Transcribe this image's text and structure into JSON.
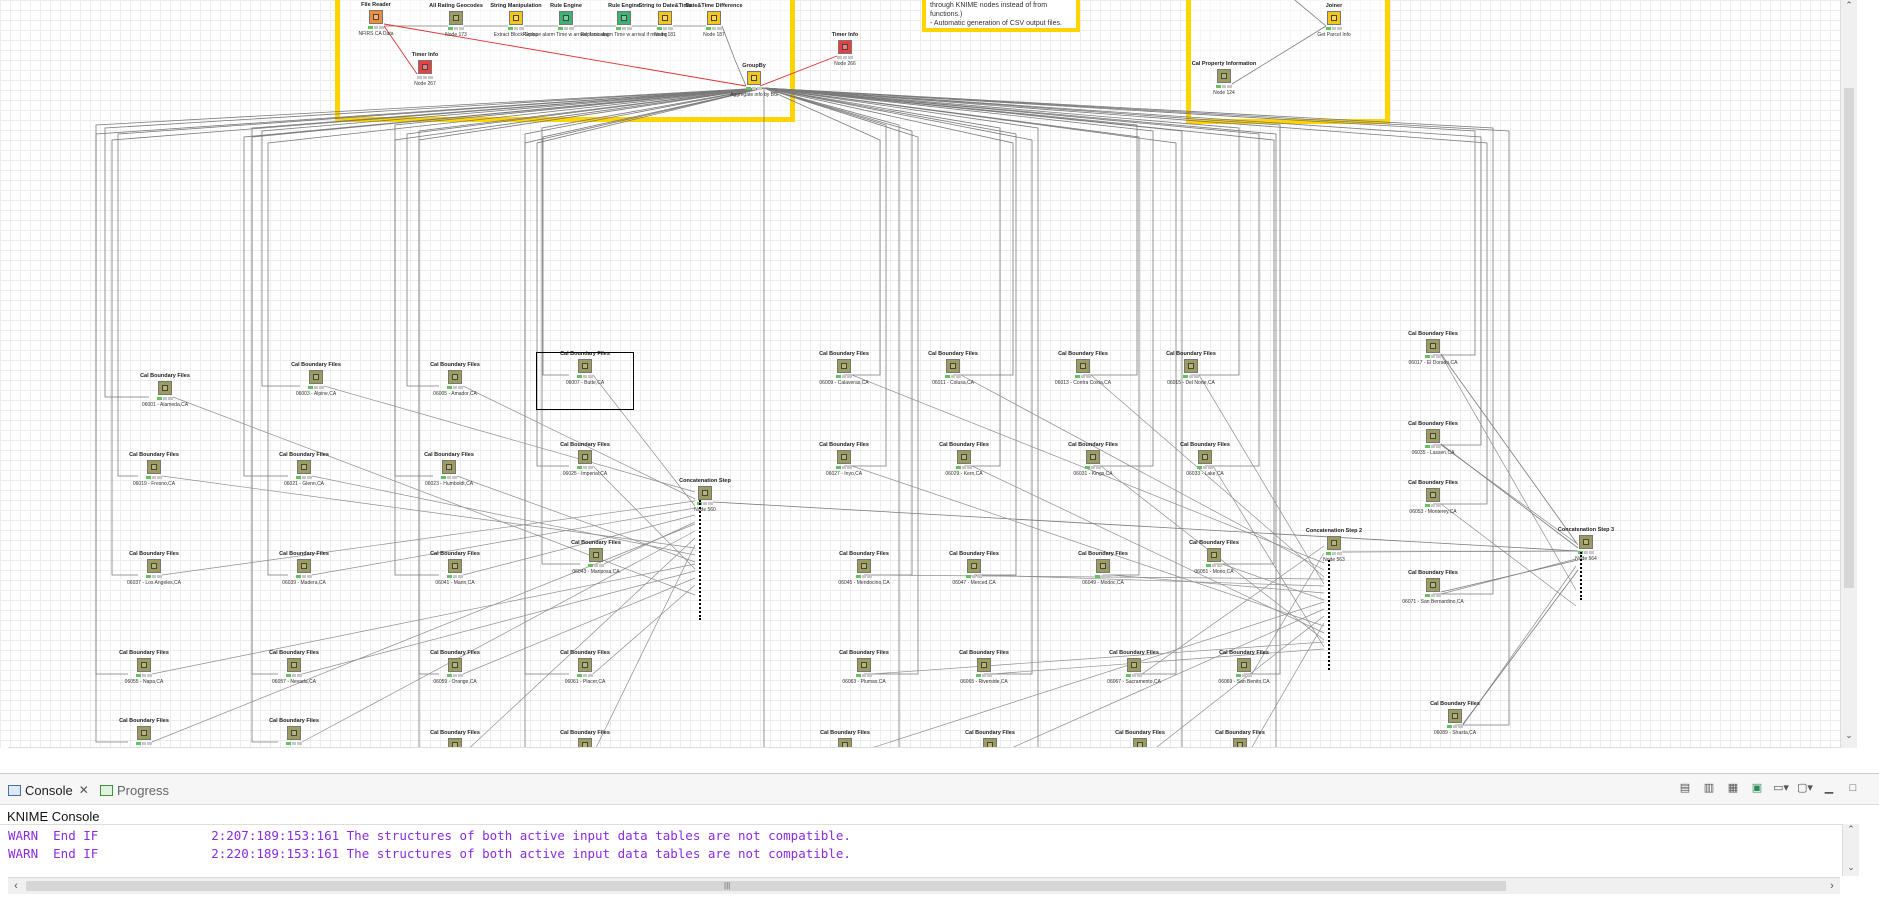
{
  "workflow": {
    "annotation_lines": [
      "through KNIME nodes instead of from",
      "functions.)",
      "- Automatic generation of CSV output files."
    ],
    "nodes": [
      {
        "title": "File Reader",
        "label": "NFIRS CA Data",
        "color": "#f08c3c",
        "status": "green"
      },
      {
        "title": "All Rating Geocodes",
        "label": "Node 173",
        "color": "#9c9c5e",
        "status": "green"
      },
      {
        "title": "String Manipulation",
        "label": "Extract Block Group",
        "color": "#f5c518",
        "status": "green"
      },
      {
        "title": "Rule Engine",
        "label": "Replace alarm Time w arrival if missing",
        "color": "#3cb371",
        "status": "green"
      },
      {
        "title": "Rule Engine",
        "label": "Replace alarm Time w arrival if missing",
        "color": "#3cb371",
        "status": "green"
      },
      {
        "title": "String to Date&Time",
        "label": "Node 181",
        "color": "#f5c518",
        "status": "green"
      },
      {
        "title": "Date&Time Difference",
        "label": "Node 187",
        "color": "#f5c518",
        "status": "green"
      },
      {
        "title": "Timer Info",
        "label": "Node 267",
        "color": "#e84040",
        "status": "grey"
      },
      {
        "title": "Timer Info",
        "label": "Node 266",
        "color": "#e84040",
        "status": "grey"
      },
      {
        "title": "GroupBy",
        "label": "Aggregate info by BG",
        "color": "#f5c518",
        "status": "green"
      },
      {
        "title": "Joiner",
        "label": "Get Parcel Info",
        "color": "#f5c518",
        "status": "green"
      },
      {
        "title": "Cal Property Information",
        "label": "Node 124",
        "color": "#9c9c5e",
        "status": "green"
      },
      {
        "title": "Concatenation Step",
        "label": "Node 560",
        "color": "#9c9c5e",
        "status": "green"
      },
      {
        "title": "Concatenation Step 2",
        "label": "Node 563",
        "color": "#9c9c5e",
        "status": "green"
      },
      {
        "title": "Concatenation Step 3",
        "label": "Node 564",
        "color": "#9c9c5e",
        "status": "green"
      },
      {
        "title": "Cal Boundary Files",
        "label": "06001 - Alameda,CA",
        "color": "#9c9c5e",
        "status": "green"
      },
      {
        "title": "Cal Boundary Files",
        "label": "06003 - Alpine,CA",
        "color": "#9c9c5e",
        "status": "green"
      },
      {
        "title": "Cal Boundary Files",
        "label": "06005 - Amador,CA",
        "color": "#9c9c5e",
        "status": "green"
      },
      {
        "title": "Cal Boundary Files",
        "label": "06007 - Butte,CA",
        "color": "#9c9c5e",
        "status": "green"
      },
      {
        "title": "Cal Boundary Files",
        "label": "06009 - Calaveras,CA",
        "color": "#9c9c5e",
        "status": "green"
      },
      {
        "title": "Cal Boundary Files",
        "label": "06011 - Colusa,CA",
        "color": "#9c9c5e",
        "status": "green"
      },
      {
        "title": "Cal Boundary Files",
        "label": "06013 - Contra Costa,CA",
        "color": "#9c9c5e",
        "status": "green"
      },
      {
        "title": "Cal Boundary Files",
        "label": "06015 - Del Norte,CA",
        "color": "#9c9c5e",
        "status": "green"
      },
      {
        "title": "Cal Boundary Files",
        "label": "06017 - El Dorado,CA",
        "color": "#9c9c5e",
        "status": "green"
      },
      {
        "title": "Cal Boundary Files",
        "label": "06019 - Fresno,CA",
        "color": "#9c9c5e",
        "status": "green"
      },
      {
        "title": "Cal Boundary Files",
        "label": "06021 - Glenn,CA",
        "color": "#9c9c5e",
        "status": "green"
      },
      {
        "title": "Cal Boundary Files",
        "label": "06023 - Humboldt,CA",
        "color": "#9c9c5e",
        "status": "green"
      },
      {
        "title": "Cal Boundary Files",
        "label": "06025 - Imperial,CA",
        "color": "#9c9c5e",
        "status": "green"
      },
      {
        "title": "Cal Boundary Files",
        "label": "06027 - Inyo,CA",
        "color": "#9c9c5e",
        "status": "green"
      },
      {
        "title": "Cal Boundary Files",
        "label": "06029 - Kern,CA",
        "color": "#9c9c5e",
        "status": "green"
      },
      {
        "title": "Cal Boundary Files",
        "label": "06031 - Kings,CA",
        "color": "#9c9c5e",
        "status": "green"
      },
      {
        "title": "Cal Boundary Files",
        "label": "06033 - Lake,CA",
        "color": "#9c9c5e",
        "status": "green"
      },
      {
        "title": "Cal Boundary Files",
        "label": "06035 - Lassen,CA",
        "color": "#9c9c5e",
        "status": "green"
      },
      {
        "title": "Cal Boundary Files",
        "label": "06037 - Los Angeles,CA",
        "color": "#9c9c5e",
        "status": "green"
      },
      {
        "title": "Cal Boundary Files",
        "label": "06039 - Madera,CA",
        "color": "#9c9c5e",
        "status": "green"
      },
      {
        "title": "Cal Boundary Files",
        "label": "06041 - Marin,CA",
        "color": "#9c9c5e",
        "status": "green"
      },
      {
        "title": "Cal Boundary Files",
        "label": "06043 - Mariposa,CA",
        "color": "#9c9c5e",
        "status": "green"
      },
      {
        "title": "Cal Boundary Files",
        "label": "06045 - Mendocino,CA",
        "color": "#9c9c5e",
        "status": "green"
      },
      {
        "title": "Cal Boundary Files",
        "label": "06047 - Merced,CA",
        "color": "#9c9c5e",
        "status": "green"
      },
      {
        "title": "Cal Boundary Files",
        "label": "06049 - Modoc,CA",
        "color": "#9c9c5e",
        "status": "green"
      },
      {
        "title": "Cal Boundary Files",
        "label": "06051 - Mono,CA",
        "color": "#9c9c5e",
        "status": "green"
      },
      {
        "title": "Cal Boundary Files",
        "label": "06053 - Monterey,CA",
        "color": "#9c9c5e",
        "status": "green"
      },
      {
        "title": "Cal Boundary Files",
        "label": "06055 - Napa,CA",
        "color": "#9c9c5e",
        "status": "green"
      },
      {
        "title": "Cal Boundary Files",
        "label": "06057 - Nevada,CA",
        "color": "#9c9c5e",
        "status": "green"
      },
      {
        "title": "Cal Boundary Files",
        "label": "06059 - Orange,CA",
        "color": "#9c9c5e",
        "status": "green"
      },
      {
        "title": "Cal Boundary Files",
        "label": "06061 - Placer,CA",
        "color": "#9c9c5e",
        "status": "green"
      },
      {
        "title": "Cal Boundary Files",
        "label": "06063 - Plumas,CA",
        "color": "#9c9c5e",
        "status": "green"
      },
      {
        "title": "Cal Boundary Files",
        "label": "06065 - Riverside,CA",
        "color": "#9c9c5e",
        "status": "green"
      },
      {
        "title": "Cal Boundary Files",
        "label": "06067 - Sacramento,CA",
        "color": "#9c9c5e",
        "status": "green"
      },
      {
        "title": "Cal Boundary Files",
        "label": "06069 - San Benito,CA",
        "color": "#9c9c5e",
        "status": "green"
      },
      {
        "title": "Cal Boundary Files",
        "label": "06071 - San Bernardino,CA",
        "color": "#9c9c5e",
        "status": "green"
      },
      {
        "title": "Cal Boundary Files",
        "label": "06089 - Shasta,CA",
        "color": "#9c9c5e",
        "status": "green"
      },
      {
        "title": "Cal Boundary Files",
        "label": "",
        "color": "#9c9c5e",
        "status": "green"
      },
      {
        "title": "Cal Boundary Files",
        "label": "",
        "color": "#9c9c5e",
        "status": "green"
      },
      {
        "title": "Cal Boundary Files",
        "label": "",
        "color": "#9c9c5e",
        "status": "green"
      },
      {
        "title": "Cal Boundary Files",
        "label": "",
        "color": "#9c9c5e",
        "status": "green"
      },
      {
        "title": "Cal Boundary Files",
        "label": "",
        "color": "#9c9c5e",
        "status": "green"
      },
      {
        "title": "Cal Boundary Files",
        "label": "",
        "color": "#9c9c5e",
        "status": "green"
      },
      {
        "title": "Cal Boundary Files",
        "label": "",
        "color": "#9c9c5e",
        "status": "green"
      },
      {
        "title": "Cal Boundary Files",
        "label": "",
        "color": "#9c9c5e",
        "status": "green"
      }
    ]
  },
  "console": {
    "tab_console": "Console",
    "tab_progress": "Progress",
    "title": "KNIME Console",
    "lines": [
      "WARN  End IF               2:207:189:153:161 The structures of both active input data tables are not compatible.",
      "WARN  End IF               2:220:189:153:161 The structures of both active input data tables are not compatible."
    ]
  },
  "icons": {
    "console_tab": "console-icon",
    "progress_tab": "progress-icon",
    "tools": [
      "clear-console-icon",
      "scroll-lock-icon",
      "word-wrap-icon",
      "pin-console-icon",
      "display-console-icon",
      "open-console-icon",
      "minimize-icon",
      "maximize-icon"
    ]
  },
  "colors": {
    "metanode_border": "#ffd400",
    "console_text": "#8a2be2",
    "wire": "#7a7a7a",
    "wire_active": "#e03030"
  }
}
